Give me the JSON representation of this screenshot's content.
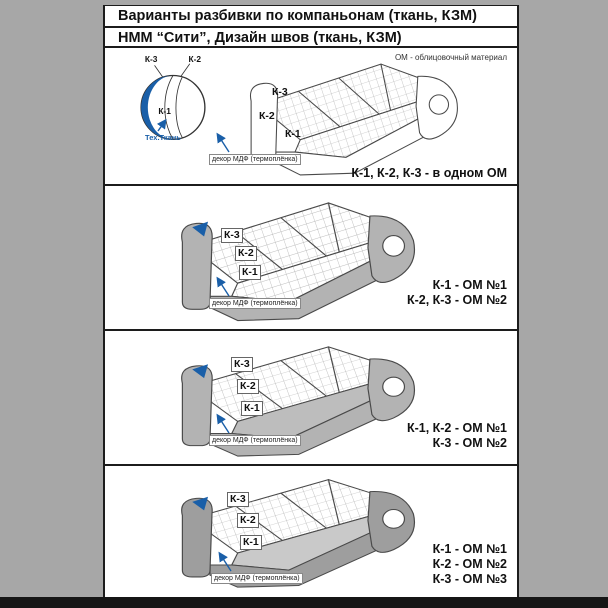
{
  "header": {
    "line1": "Варианты разбивки по компаньонам (ткань, КЗМ)",
    "line2": "НММ “Сити”, Дизайн швов (ткань, КЗМ)"
  },
  "legend": {
    "om": "ОМ - облицовочный материал"
  },
  "labels": {
    "k1": "К-1",
    "k2": "К-2",
    "k3": "К-3",
    "tech_fabric": "Тех.Ткань",
    "decor": "декор МДФ (термоплёнка)"
  },
  "sections": [
    {
      "variant": [
        "К-1, К-2, К-3 - в одном ОМ"
      ]
    },
    {
      "variant": [
        "К-1 - ОМ №1",
        "К-2, К-3 - ОМ №2"
      ]
    },
    {
      "variant": [
        "К-1, К-2 - ОМ №1",
        "К-3 - ОМ №2"
      ]
    },
    {
      "variant": [
        "К-1 - ОМ №1",
        "К-2 - ОМ №2",
        "К-3 - ОМ №3"
      ]
    }
  ],
  "colors": {
    "accent_blue": "#1a5fa8",
    "gray_base": "#b3b3b3"
  }
}
